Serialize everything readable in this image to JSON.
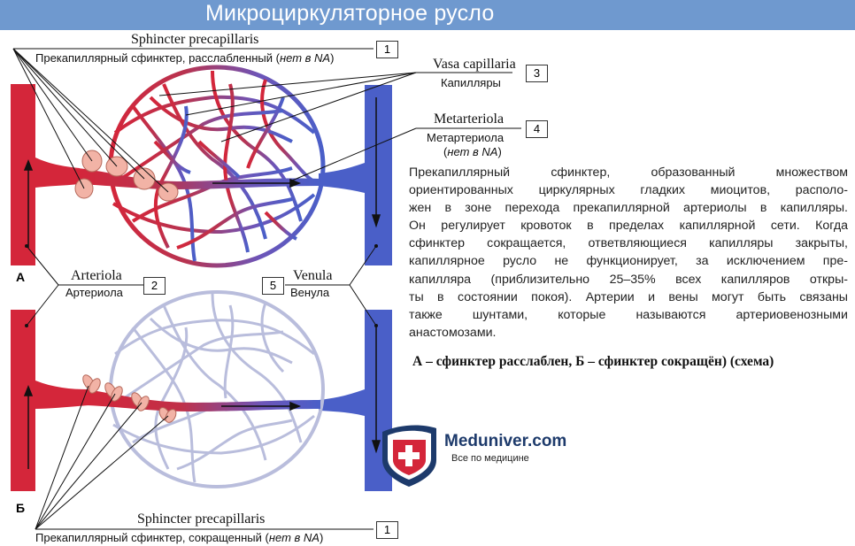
{
  "header": {
    "title": "Микроциркуляторное русло"
  },
  "labels": {
    "sphincter_top_latin": "Sphincter precapillaris",
    "sphincter_top_rus_main": "Прекапиллярный сфинктер, расслабленный (",
    "sphincter_top_rus_italic": "нет в NA",
    "vasa_latin": "Vasa capillaria",
    "vasa_rus": "Капилляры",
    "metarteriola_latin": "Metarteriola",
    "metarteriola_rus": "Метартериола",
    "metarteriola_note": "нет в NA",
    "arteriola_latin": "Arteriola",
    "arteriola_rus": "Артериола",
    "venula_latin": "Venula",
    "venula_rus": "Венула",
    "sphincter_bottom_latin": "Sphincter precapillaris",
    "sphincter_bottom_rus_main": "Прекапиллярный сфинктер, сокращенный (",
    "sphincter_bottom_rus_italic": "нет в NA",
    "close_paren": ")"
  },
  "numbers": {
    "n1": "1",
    "n2": "2",
    "n3": "3",
    "n4": "4",
    "n5": "5"
  },
  "panels": {
    "a": "А",
    "b": "Б"
  },
  "description": {
    "lines": [
      "Прекапиллярный сфинктер, образованный множеством",
      "ориентированных циркулярных гладких миоцитов, располо-",
      "жен в зоне перехода прекапиллярной артериолы в капилляры.",
      "Он регулирует кровоток в пределах капиллярной сети. Когда",
      "сфинктер сокращается, ответвляющиеся капилляры закрыты,",
      "капиллярное русло не функционирует, за исключением пре-",
      "капилляра (приблизительно 25–35% всех капилляров откры-",
      "ты в состоянии покоя). Артерии и вены могут быть связаны",
      "также шунтами, которые называются артериовенозными",
      "анастомозами."
    ],
    "caption": "А – сфинктер расслаблен, Б – сфинктер сокращён) (схема)"
  },
  "logo": {
    "title": "Meduniver.com",
    "subtitle": "Все по медицине"
  },
  "colors": {
    "banner": "#6f99cf",
    "artery": "#d4263a",
    "vein": "#4a5fc8",
    "sphincter": "#f2b3a6",
    "collapsed_capillary": "#b9bddc"
  }
}
